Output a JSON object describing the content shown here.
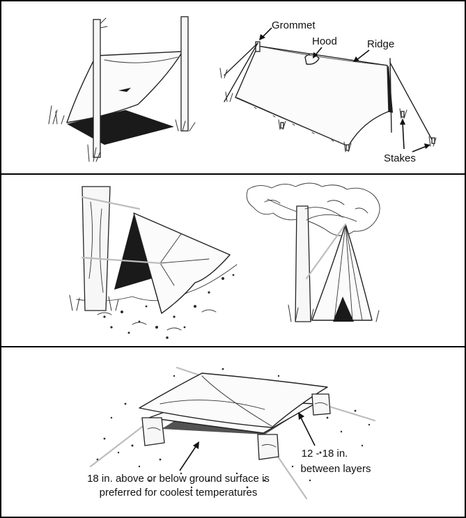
{
  "labels": {
    "grommet": "Grommet",
    "hood": "Hood",
    "ridge": "Ridge",
    "stakes": "Stakes",
    "between_layers_line1": "12 - 18 in.",
    "between_layers_line2": "between layers",
    "ground_note_line1": "18 in. above or below ground surface is",
    "ground_note_line2": "preferred for coolest temperatures"
  },
  "colors": {
    "ink": "#111111",
    "rope": "#bdbdbd",
    "shadow": "#1a1a1a",
    "background": "#ffffff"
  }
}
